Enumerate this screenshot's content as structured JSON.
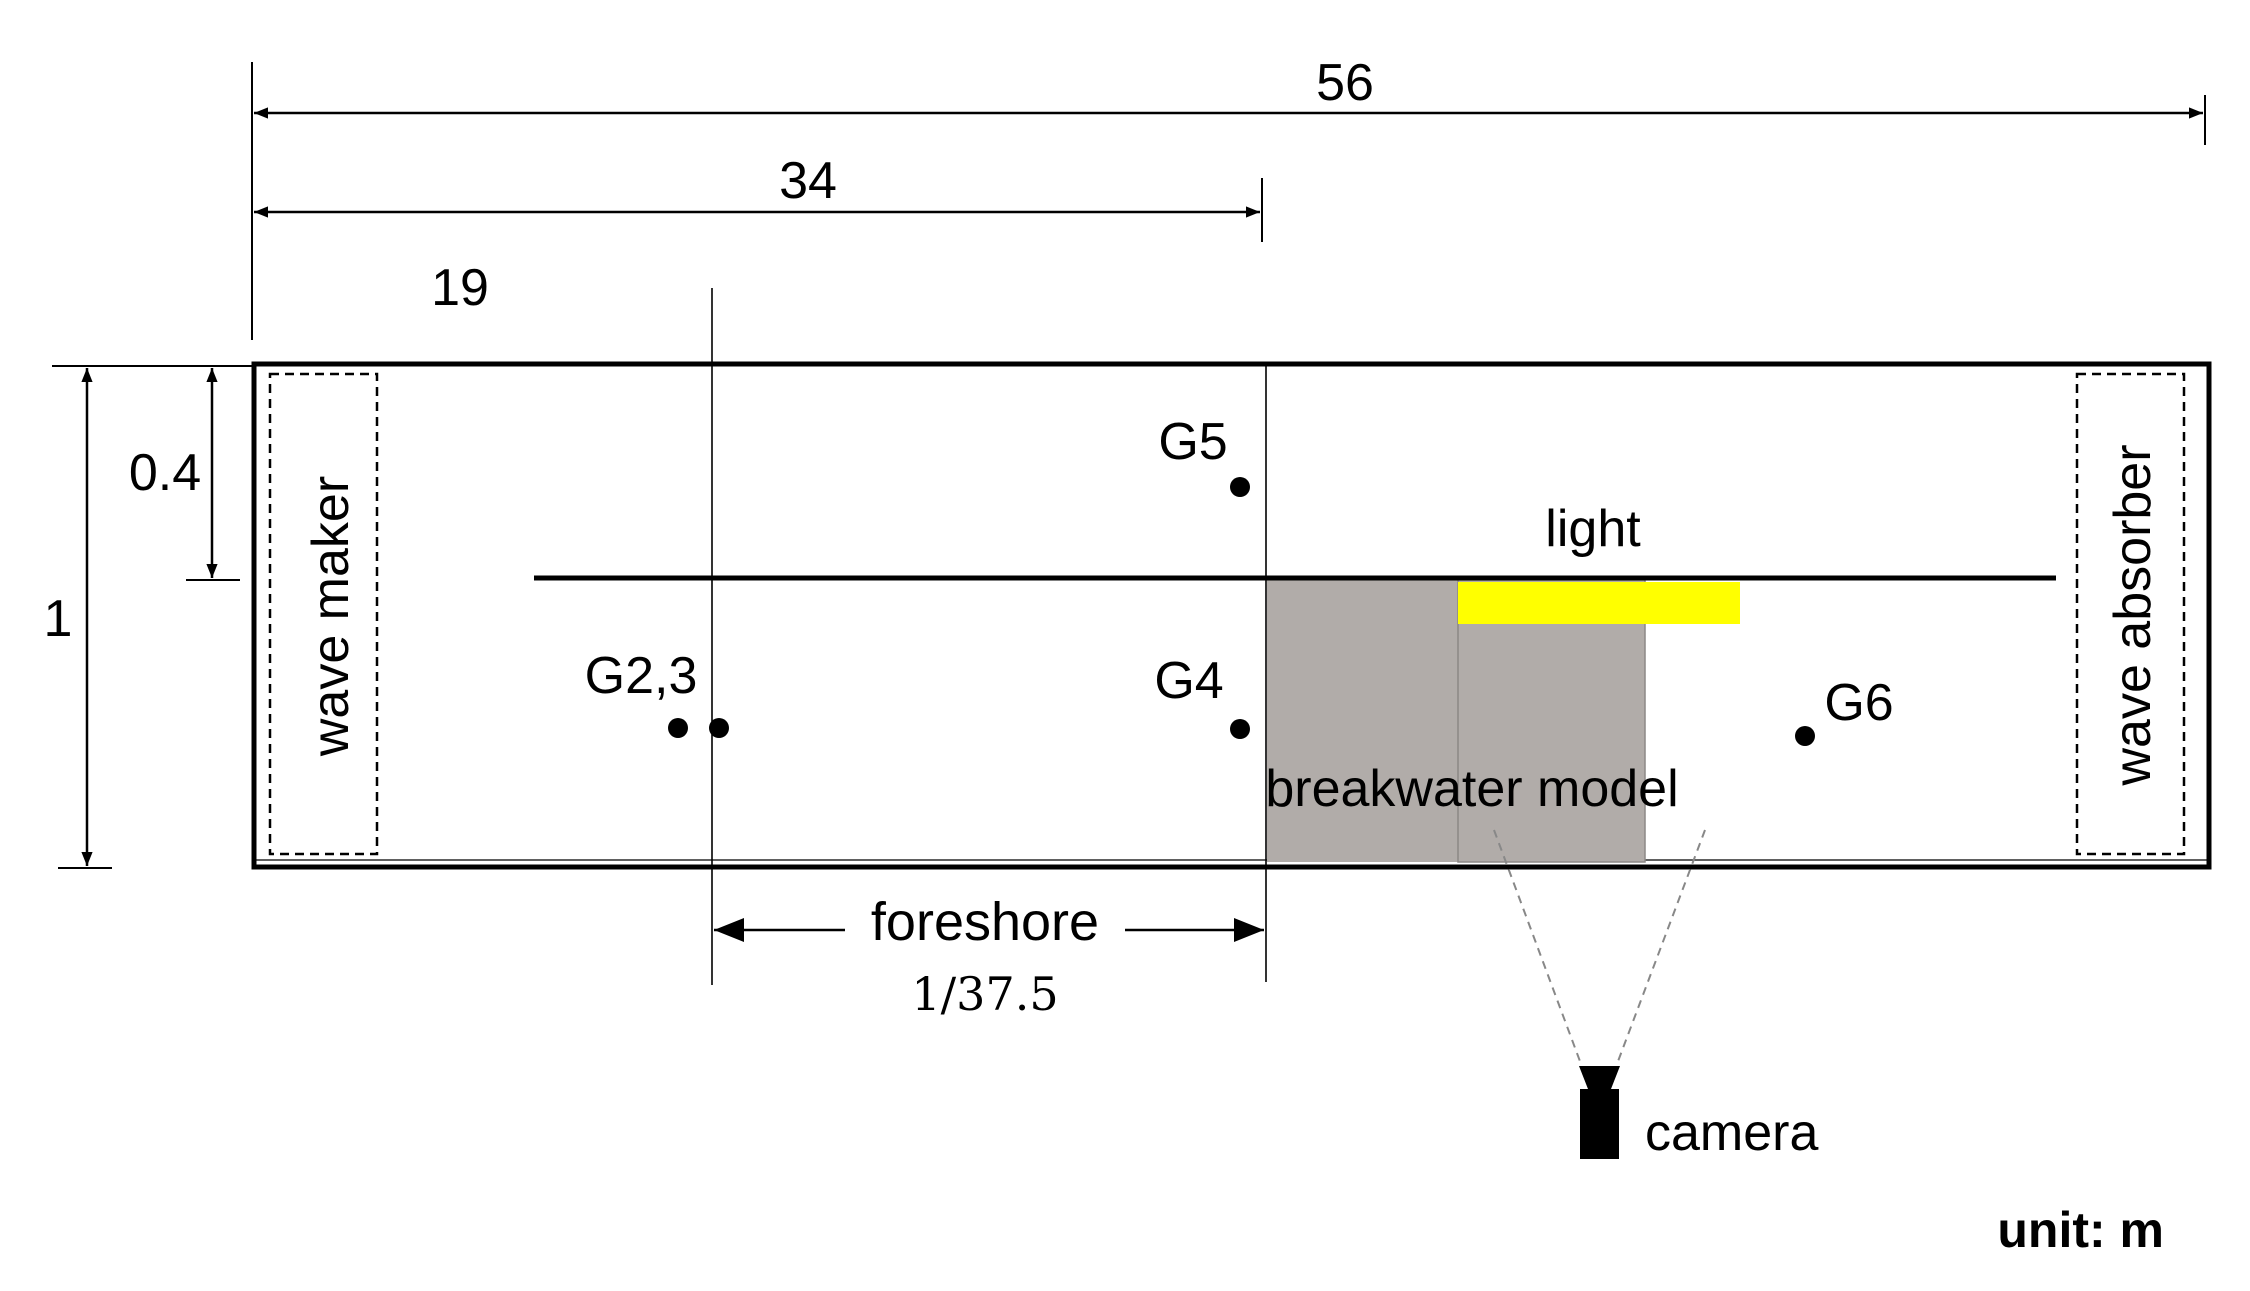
{
  "dimensions": {
    "total_length": "56",
    "breakwater_distance": "34",
    "foreshore_start": "19",
    "water_depth": "0.4",
    "flume_height": "1",
    "foreshore_label": "foreshore",
    "foreshore_slope": "1/37.5"
  },
  "components": {
    "wave_maker": "wave maker",
    "wave_absorber": "wave absorber",
    "light": "light",
    "breakwater": "breakwater model",
    "camera": "camera"
  },
  "gauges": {
    "g23": "G2,3",
    "g4": "G4",
    "g5": "G5",
    "g6": "G6"
  },
  "colors": {
    "breakwater_fill": "#b1aca9",
    "light_fill": "#ffff00",
    "line": "#000000"
  },
  "unit_label": "unit: m"
}
